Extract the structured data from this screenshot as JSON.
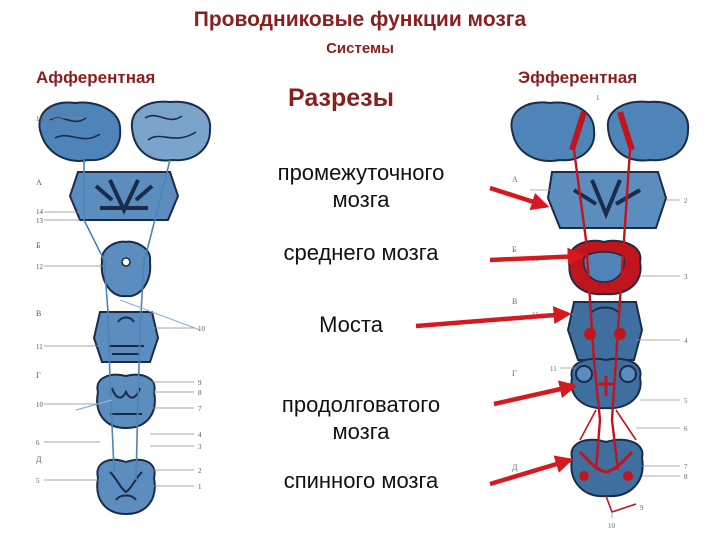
{
  "title": "Проводниковые функции мозга",
  "subtitle": "Системы",
  "systems": {
    "afferent": "Афферентная",
    "efferent": "Эфферентная"
  },
  "sections_heading": "Разрезы",
  "labels": {
    "diencephalon_1": "промежуточного",
    "diencephalon_2": "мозга",
    "midbrain": "среднего мозга",
    "pons": "Моста",
    "medulla_1": "продолговатого",
    "medulla_2": "мозга",
    "spinal": "спинного мозга"
  },
  "left_panel": {
    "letters": [
      "А",
      "Б",
      "В",
      "Г",
      "Д"
    ],
    "numbers": [
      "15",
      "14",
      "13",
      "12",
      "11",
      "10",
      "9",
      "8",
      "7",
      "6",
      "5",
      "4",
      "3",
      "2",
      "1",
      "10"
    ]
  },
  "right_panel": {
    "letters": [
      "А",
      "Б",
      "В",
      "Г",
      "Д"
    ],
    "numbers": [
      "1",
      "2",
      "3",
      "4",
      "5",
      "6",
      "7",
      "8",
      "9",
      "10",
      "11",
      "11",
      "11"
    ]
  },
  "colors": {
    "title": "#8a1f1f",
    "afferent_fill": "#4f84b8",
    "afferent_dark": "#1b2c4a",
    "efferent_fill": "#3f6f9f",
    "efferent_red": "#c0151c",
    "arrow": "#d41920"
  }
}
